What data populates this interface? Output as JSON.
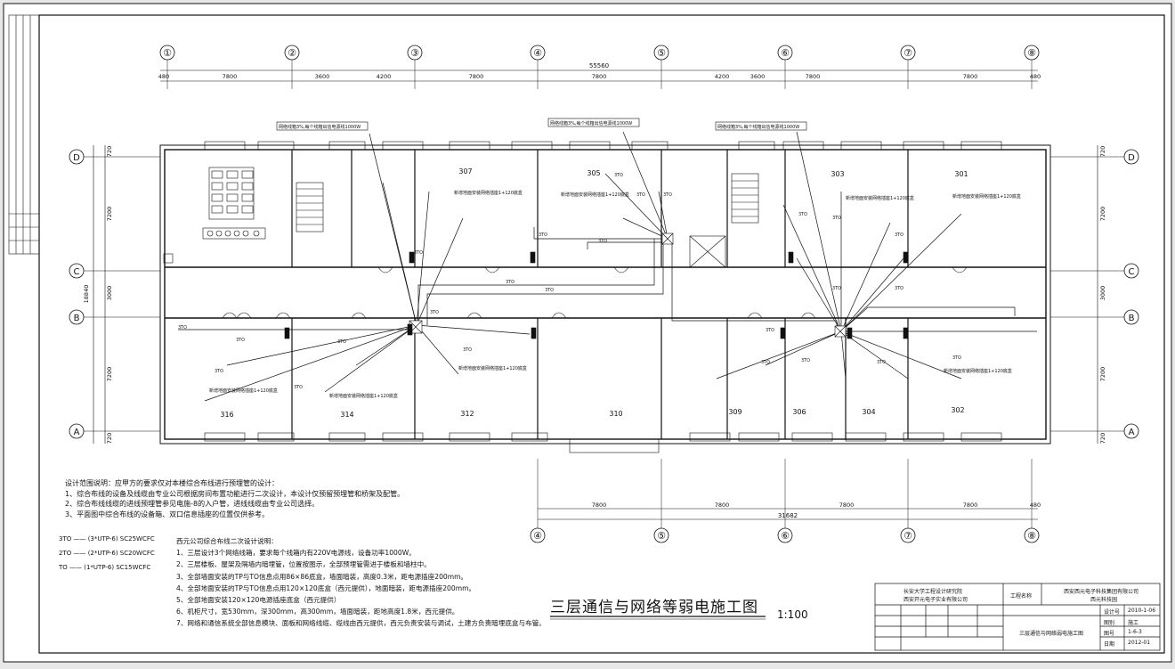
{
  "drawing_title": "三层通信与网络等弱电施工图",
  "scale": "1:100",
  "axis_top": [
    "①",
    "②",
    "③",
    "④",
    "⑤",
    "⑥",
    "⑦",
    "⑧"
  ],
  "axis_bottom": [
    "④",
    "⑤",
    "⑥",
    "⑦",
    "⑧"
  ],
  "axis_side": [
    "D",
    "C",
    "B",
    "A"
  ],
  "dims_top_total": "55560",
  "dims_top": [
    "480",
    "7800",
    "3600",
    "4200",
    "7800",
    "7800",
    "4200",
    "3600",
    "7800",
    "7800",
    "480"
  ],
  "dims_bottom_total": "31682",
  "dims_bottom": [
    "7800",
    "7800",
    "7800",
    "7800",
    "480"
  ],
  "dims_side_left": [
    "720",
    "7200",
    "3000",
    "7200",
    "720"
  ],
  "dims_side_total": "18840",
  "dims_side_right": [
    "720",
    "7200",
    "3000",
    "7200",
    "720"
  ],
  "rooms": [
    "307",
    "305",
    "303",
    "301",
    "316",
    "314",
    "312",
    "310",
    "309",
    "306",
    "304",
    "302"
  ],
  "network_boxes": [
    "网络线箱3%,每个线箱出信电源线1000W",
    "网络线箱3%,每个线箱出信电源线1000W",
    "网络线箱3%,每个线箱出信电源线1000W"
  ],
  "cable_label": "3TO",
  "socket_note": "新增地面安装网络插座1+120底盒",
  "notes_left": {
    "heading": "设计范围说明：应甲方的要求仅对本楼综合布线进行预埋管的设计：",
    "items": [
      "1、综合布线的设备及线缆由专业公司根据房间布置功能进行二次设计，本设计仅预留预埋管和桥架及配管。",
      "2、综合布线线缆的进线预埋管参见电施-8的入户管，进线线缆由专业公司选择。",
      "3、平面图中综合布线的设备箱、双口信息插座的位置仅供参考。"
    ]
  },
  "legend": [
    {
      "code": "3TO",
      "desc": "(3*UTP-6) SC25WCFC"
    },
    {
      "code": "2TO",
      "desc": "(2*UTP-6) SC20WCFC"
    },
    {
      "code": "TO",
      "desc": "(1*UTP-6) SC15WCFC"
    }
  ],
  "notes_right": {
    "heading": "西元公司综合布线二次设计说明：",
    "items": [
      "1、三层设计3个网络线箱，要求每个线箱内有220V电源线，设备功率1000W。",
      "2、三层楼板、屋架及隔墙内暗埋管，位置按图示，全部预埋管需进于楼板和墙柱中。",
      "3、全部墙面安装的TP与TO信息点用86×86底盒，墙面暗装，高度0.3米，距电源插座200mm。",
      "4、全部地面安装的TP与TO信息点用120×120底盒（西元提供），地面暗装，距电源插座200mm。",
      "5、全部地面安装120×120电源插座底盒（西元提供）",
      "6、机柜尺寸，宽530mm，深300mm，高300mm，墙面暗装，距地高度1.8米，西元提供。",
      "7、网络和通信系统全部信息模块、面板和网络线缆、缆线由西元提供，西元负责安装与调试，土建方负责暗埋底盒与布管。"
    ]
  },
  "title_block": {
    "institute": "长安大学工程设计研究院",
    "company2": "西安开元电子实业有限公司",
    "project_label": "工程名称",
    "client": "西安西元电子科技集团有限公司",
    "client2": "西元科技园",
    "drawing_name": "三层通信与网络弱电施工图",
    "date_label": "设计号",
    "date_value": "2010-1-06",
    "sheet_label": "图号",
    "sheet_value": "1-6-3",
    "year_label": "日期",
    "year_value": "2012-01",
    "stage_label": "图别",
    "stage_value": "施工"
  },
  "colors": {
    "line": "#111111",
    "paper": "#ffffff",
    "bg": "#e8e8e8"
  }
}
